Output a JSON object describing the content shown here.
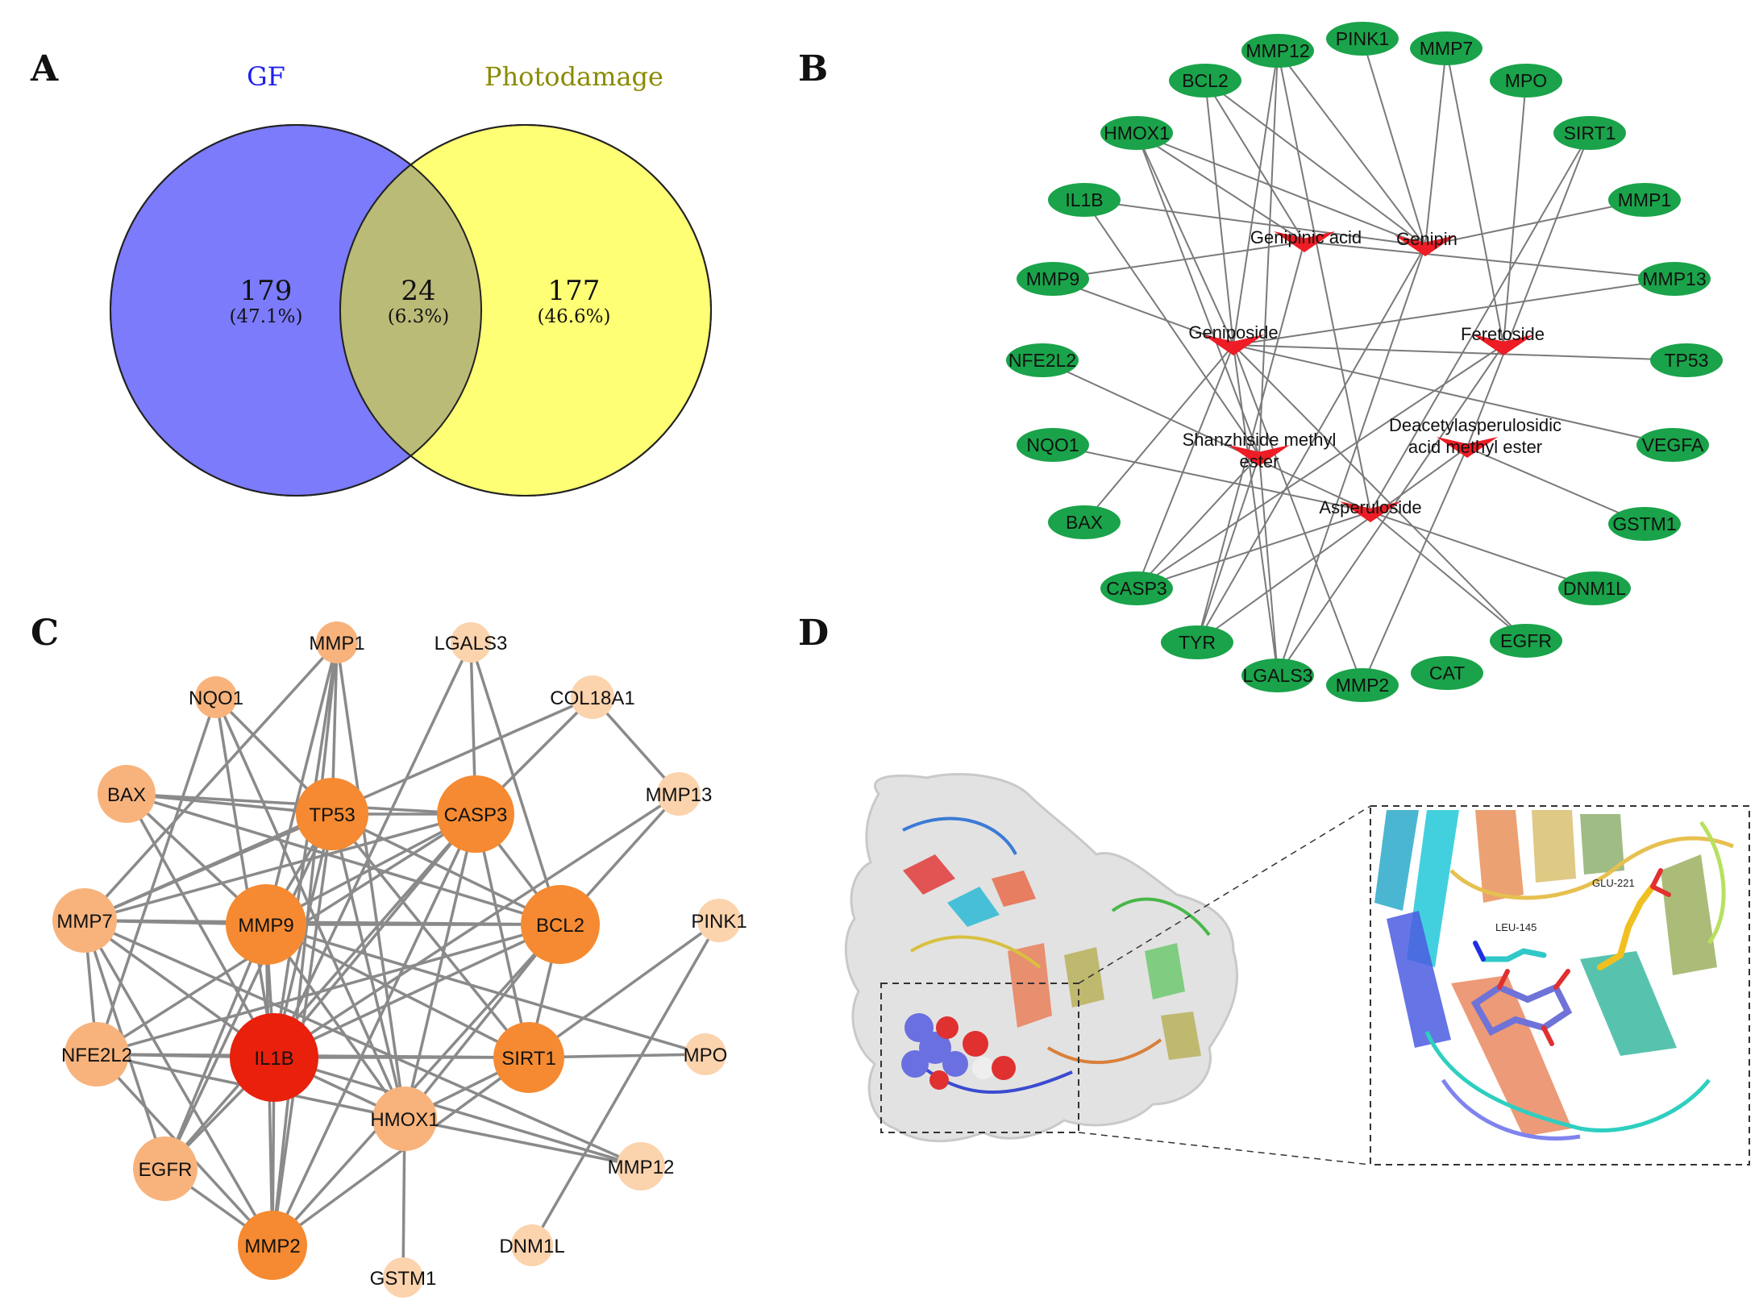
{
  "panels": {
    "a": "A",
    "b": "B",
    "c": "C",
    "d": "D"
  },
  "venn": {
    "left_label": "GF",
    "right_label": "Photodamage",
    "left_only": {
      "count": "179",
      "pct": "(47.1%)"
    },
    "intersection": {
      "count": "24",
      "pct": "(6.3%)"
    },
    "right_only": {
      "count": "177",
      "pct": "(46.6%)"
    },
    "colors": {
      "left": "#7b7bfb",
      "right": "#ffff75",
      "overlap": "#bbbb78",
      "left_text": "#2020ee",
      "right_text": "#8a8a00"
    }
  },
  "network_b": {
    "targets": [
      "MMP12",
      "PINK1",
      "MMP7",
      "MPO",
      "SIRT1",
      "MMP1",
      "MMP13",
      "TP53",
      "VEGFA",
      "GSTM1",
      "DNM1L",
      "EGFR",
      "CAT",
      "MMP2",
      "LGALS3",
      "TYR",
      "CASP3",
      "BAX",
      "NQO1",
      "NFE2L2",
      "MMP9",
      "IL1B",
      "HMOX1",
      "BCL2"
    ],
    "compounds": [
      {
        "id": "genipinic",
        "label": "Genipinic acid"
      },
      {
        "id": "genipin",
        "label": "Genipin"
      },
      {
        "id": "geniposide",
        "label": "Geniposide"
      },
      {
        "id": "feretoside",
        "label": "Feretoside"
      },
      {
        "id": "shanzhiside",
        "lines": [
          "Shanzhiside methyl",
          "ester"
        ]
      },
      {
        "id": "deacetyl",
        "lines": [
          "Deacetylasperulosidic",
          "acid methyl ester"
        ]
      },
      {
        "id": "asperuloside",
        "label": "Asperuloside"
      }
    ],
    "colors": {
      "target": "#1aa34a",
      "compound": "#ee1c24",
      "edge": "#7a7a7a"
    }
  },
  "network_c": {
    "nodes": [
      "MMP1",
      "LGALS3",
      "NQO1",
      "COL18A1",
      "BAX",
      "TP53",
      "CASP3",
      "MMP13",
      "MMP7",
      "MMP9",
      "BCL2",
      "PINK1",
      "NFE2L2",
      "IL1B",
      "SIRT1",
      "MPO",
      "HMOX1",
      "EGFR",
      "MMP12",
      "MMP2",
      "DNM1L",
      "GSTM1"
    ],
    "colors": {
      "hub": "#e8200c",
      "high": "#f58a32",
      "mid": "#f8b37c",
      "low": "#fbd3ad",
      "edge": "#8a8a8a"
    }
  },
  "docking": {
    "residue_labels": [
      "LEU-145",
      "GLU-221"
    ]
  }
}
